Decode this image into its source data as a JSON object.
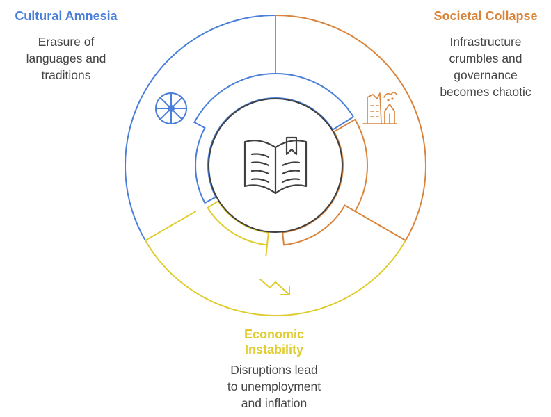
{
  "colors": {
    "cultural": "#4a7fd9",
    "societal": "#d9843a",
    "economic": "#e0cc2e",
    "center": "#404040"
  },
  "segments": [
    {
      "key": "cultural",
      "title": "Cultural Amnesia",
      "description": [
        "Erasure of",
        "languages and",
        "traditions"
      ],
      "icon": "wheel-icon"
    },
    {
      "key": "societal",
      "title": "Societal Collapse",
      "description": [
        "Infrastructure",
        "crumbles and",
        "governance",
        "becomes chaotic"
      ],
      "icon": "ruined-building-icon"
    },
    {
      "key": "economic",
      "title": "Economic Instability",
      "title_lines": [
        "Economic",
        "Instability"
      ],
      "description": [
        "Disruptions lead",
        "to unemployment",
        "and inflation"
      ],
      "icon": "trend-down-icon"
    }
  ],
  "center_icon": "open-book-icon"
}
